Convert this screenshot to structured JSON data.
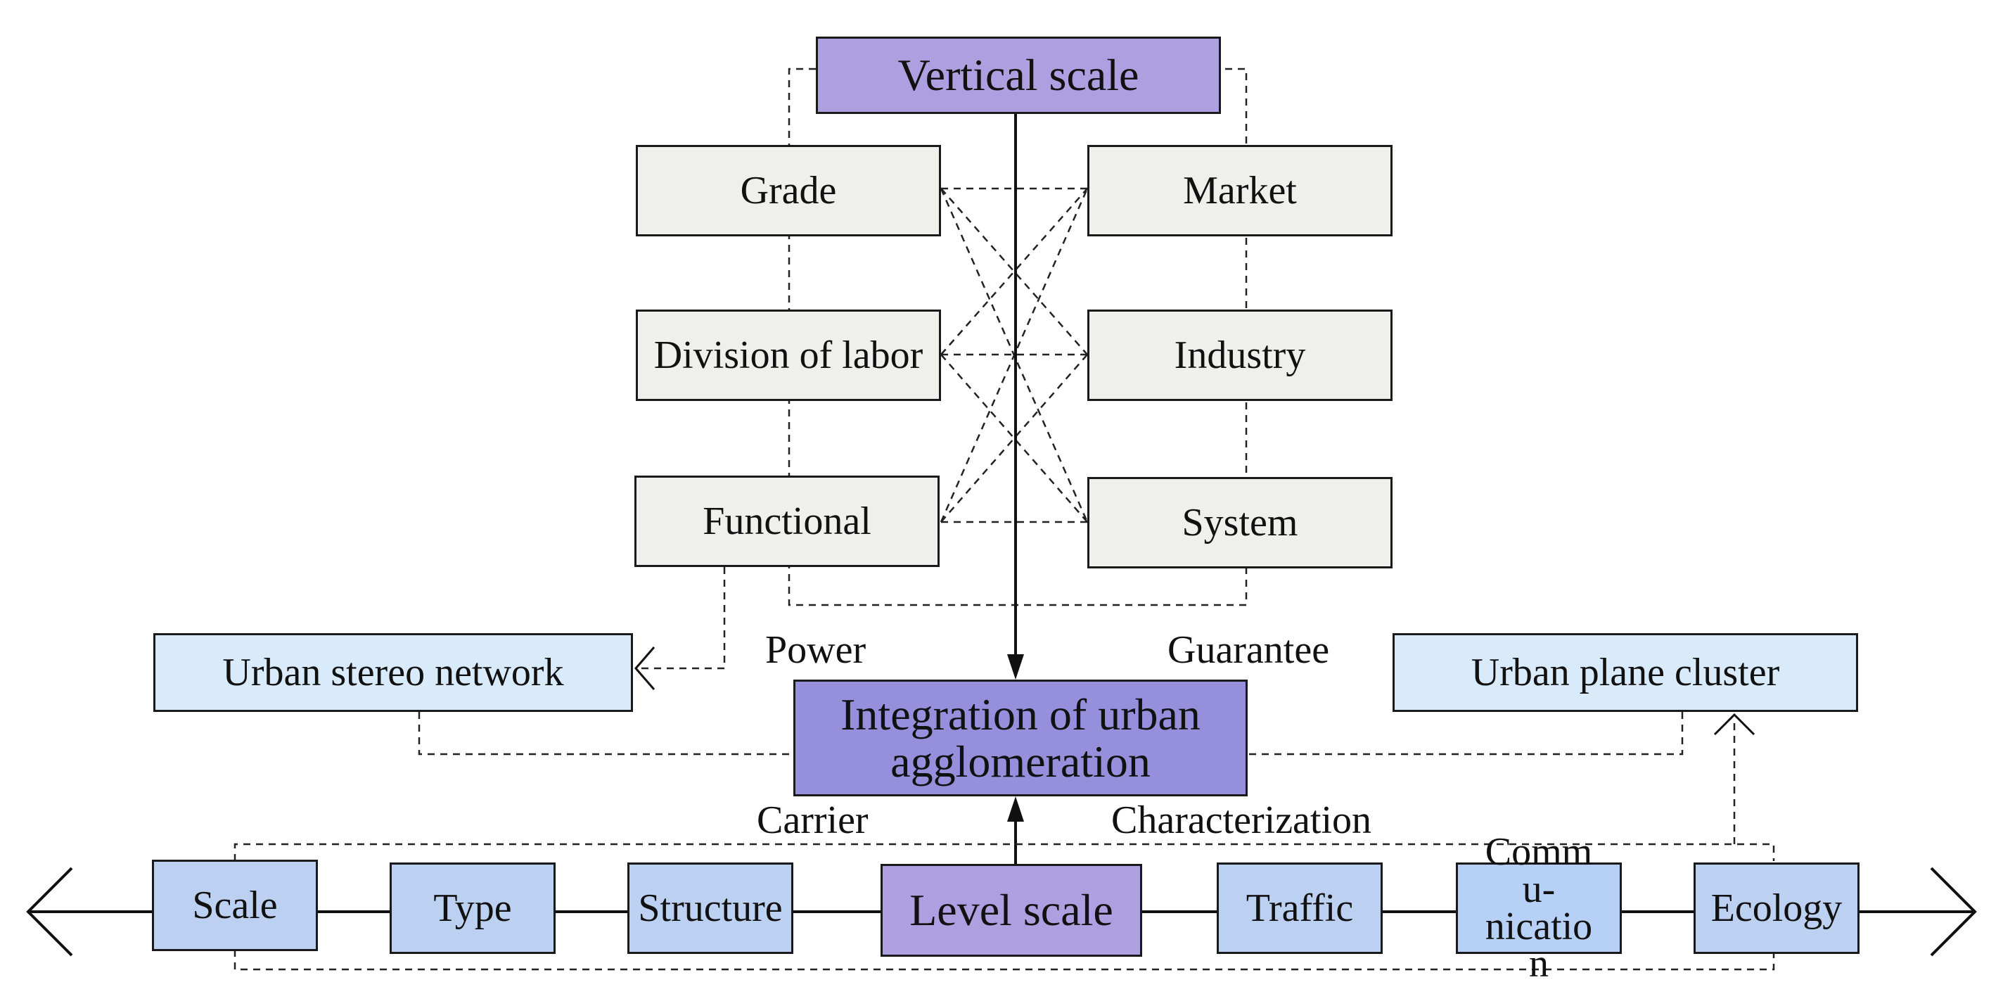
{
  "vertical_scale": "Vertical scale",
  "left_column": [
    "Grade",
    "Division of labor",
    "Functional"
  ],
  "right_column": [
    "Market",
    "Industry",
    "System"
  ],
  "urban_stereo_network": "Urban stereo network",
  "urban_plane_cluster": "Urban plane cluster",
  "integration": "Integration of urban agglomeration",
  "labels": {
    "power": "Power",
    "guarantee": "Guarantee",
    "carrier": "Carrier",
    "characterization": "Characterization"
  },
  "horizontal_items": {
    "scale": "Scale",
    "type": "Type",
    "structure": "Structure",
    "level_scale": "Level scale",
    "traffic": "Traffic",
    "communication": "Commu-nication",
    "ecology": "Ecology"
  }
}
